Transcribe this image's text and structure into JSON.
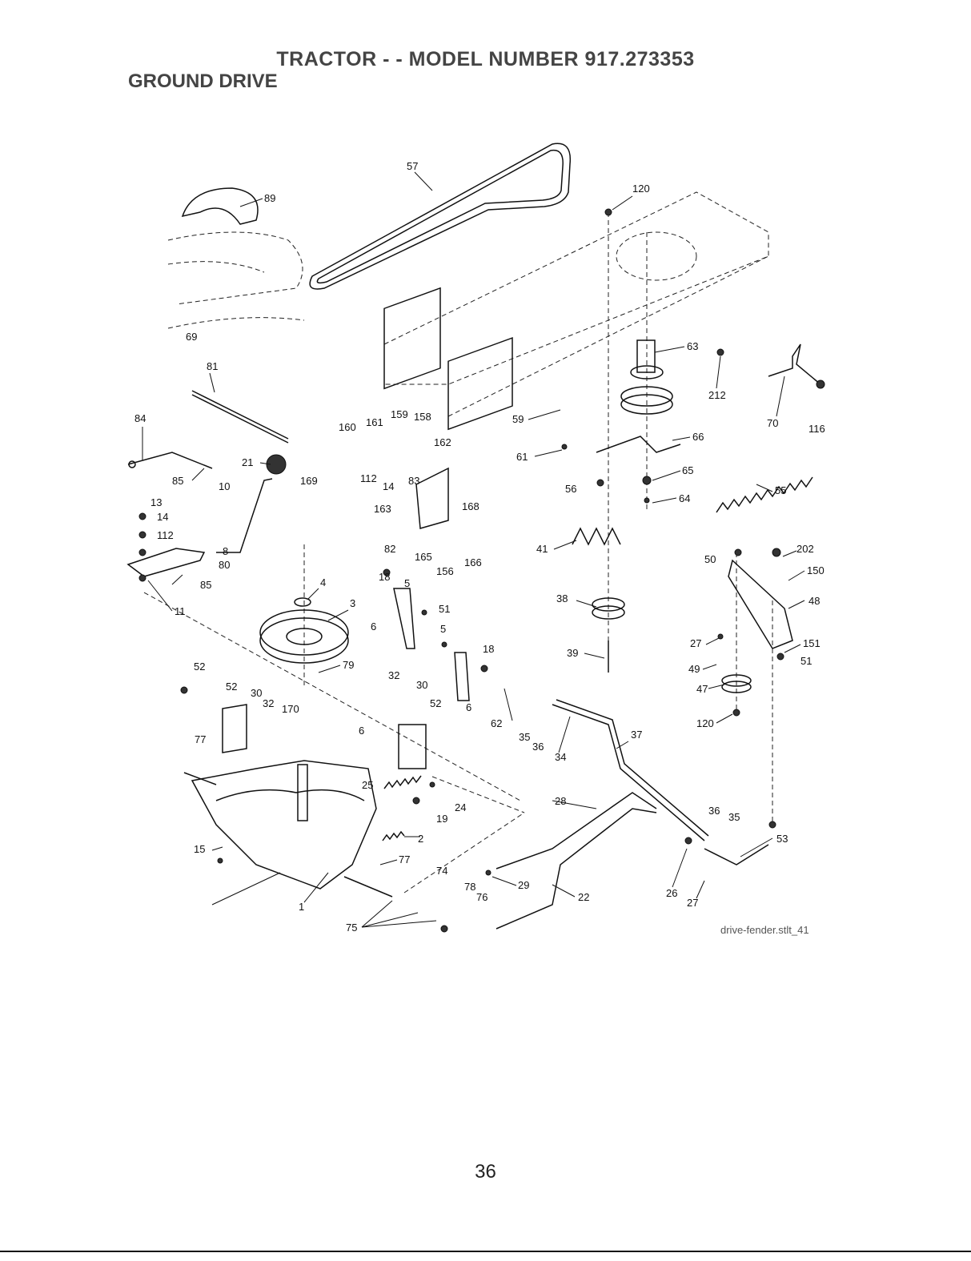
{
  "header": {
    "title": "TRACTOR - - MODEL NUMBER 917.273353",
    "section": "GROUND DRIVE"
  },
  "diagram": {
    "caption": "drive-fender.stlt_41",
    "callouts": [
      {
        "id": "c57",
        "label": "57"
      },
      {
        "id": "c89",
        "label": "89"
      },
      {
        "id": "c120a",
        "label": "120"
      },
      {
        "id": "c69",
        "label": "69"
      },
      {
        "id": "c63",
        "label": "63"
      },
      {
        "id": "c212",
        "label": "212"
      },
      {
        "id": "c70",
        "label": "70"
      },
      {
        "id": "c116",
        "label": "116"
      },
      {
        "id": "c81",
        "label": "81"
      },
      {
        "id": "c84",
        "label": "84"
      },
      {
        "id": "c160",
        "label": "160"
      },
      {
        "id": "c161",
        "label": "161"
      },
      {
        "id": "c159",
        "label": "159"
      },
      {
        "id": "c158",
        "label": "158"
      },
      {
        "id": "c162",
        "label": "162"
      },
      {
        "id": "c59",
        "label": "59"
      },
      {
        "id": "c66",
        "label": "66"
      },
      {
        "id": "c61",
        "label": "61"
      },
      {
        "id": "c21",
        "label": "21"
      },
      {
        "id": "c85a",
        "label": "85"
      },
      {
        "id": "c169",
        "label": "169"
      },
      {
        "id": "c112a",
        "label": "112"
      },
      {
        "id": "c83",
        "label": "83"
      },
      {
        "id": "c14a",
        "label": "14"
      },
      {
        "id": "c10",
        "label": "10"
      },
      {
        "id": "c65",
        "label": "65"
      },
      {
        "id": "c55",
        "label": "55"
      },
      {
        "id": "c56",
        "label": "56"
      },
      {
        "id": "c64",
        "label": "64"
      },
      {
        "id": "c13",
        "label": "13"
      },
      {
        "id": "c14b",
        "label": "14"
      },
      {
        "id": "c112b",
        "label": "112"
      },
      {
        "id": "c163",
        "label": "163"
      },
      {
        "id": "c168",
        "label": "168"
      },
      {
        "id": "c8",
        "label": "8"
      },
      {
        "id": "c82",
        "label": "82"
      },
      {
        "id": "c165",
        "label": "165"
      },
      {
        "id": "c166",
        "label": "166"
      },
      {
        "id": "c80",
        "label": "80"
      },
      {
        "id": "c156",
        "label": "156"
      },
      {
        "id": "c41",
        "label": "41"
      },
      {
        "id": "c50",
        "label": "50"
      },
      {
        "id": "c202",
        "label": "202"
      },
      {
        "id": "c150",
        "label": "150"
      },
      {
        "id": "c4",
        "label": "4"
      },
      {
        "id": "c85b",
        "label": "85"
      },
      {
        "id": "c18a",
        "label": "18"
      },
      {
        "id": "c5a",
        "label": "5"
      },
      {
        "id": "c3",
        "label": "3"
      },
      {
        "id": "c11",
        "label": "11"
      },
      {
        "id": "c51a",
        "label": "51"
      },
      {
        "id": "c38",
        "label": "38"
      },
      {
        "id": "c48",
        "label": "48"
      },
      {
        "id": "c6a",
        "label": "6"
      },
      {
        "id": "c5b",
        "label": "5"
      },
      {
        "id": "c18b",
        "label": "18"
      },
      {
        "id": "c27a",
        "label": "27"
      },
      {
        "id": "c151",
        "label": "151"
      },
      {
        "id": "c39",
        "label": "39"
      },
      {
        "id": "c51b",
        "label": "51"
      },
      {
        "id": "c52a",
        "label": "52"
      },
      {
        "id": "c79",
        "label": "79"
      },
      {
        "id": "c49",
        "label": "49"
      },
      {
        "id": "c32a",
        "label": "32"
      },
      {
        "id": "c52b",
        "label": "52"
      },
      {
        "id": "c30a",
        "label": "30"
      },
      {
        "id": "c30b",
        "label": "30"
      },
      {
        "id": "c47",
        "label": "47"
      },
      {
        "id": "c32b",
        "label": "32"
      },
      {
        "id": "c52c",
        "label": "52"
      },
      {
        "id": "c6b",
        "label": "6"
      },
      {
        "id": "c170",
        "label": "170"
      },
      {
        "id": "c120b",
        "label": "120"
      },
      {
        "id": "c62",
        "label": "62"
      },
      {
        "id": "c6c",
        "label": "6"
      },
      {
        "id": "c35a",
        "label": "35"
      },
      {
        "id": "c36a",
        "label": "36"
      },
      {
        "id": "c77a",
        "label": "77"
      },
      {
        "id": "c37",
        "label": "37"
      },
      {
        "id": "c34",
        "label": "34"
      },
      {
        "id": "c25",
        "label": "25"
      },
      {
        "id": "c24",
        "label": "24"
      },
      {
        "id": "c19",
        "label": "19"
      },
      {
        "id": "c28",
        "label": "28"
      },
      {
        "id": "c36b",
        "label": "36"
      },
      {
        "id": "c35b",
        "label": "35"
      },
      {
        "id": "c53",
        "label": "53"
      },
      {
        "id": "c2",
        "label": "2"
      },
      {
        "id": "c15",
        "label": "15"
      },
      {
        "id": "c77b",
        "label": "77"
      },
      {
        "id": "c74",
        "label": "74"
      },
      {
        "id": "c29",
        "label": "29"
      },
      {
        "id": "c78",
        "label": "78"
      },
      {
        "id": "c76",
        "label": "76"
      },
      {
        "id": "c22",
        "label": "22"
      },
      {
        "id": "c26",
        "label": "26"
      },
      {
        "id": "c27b",
        "label": "27"
      },
      {
        "id": "c1",
        "label": "1"
      },
      {
        "id": "c75",
        "label": "75"
      }
    ]
  },
  "footer": {
    "page_number": "36"
  }
}
